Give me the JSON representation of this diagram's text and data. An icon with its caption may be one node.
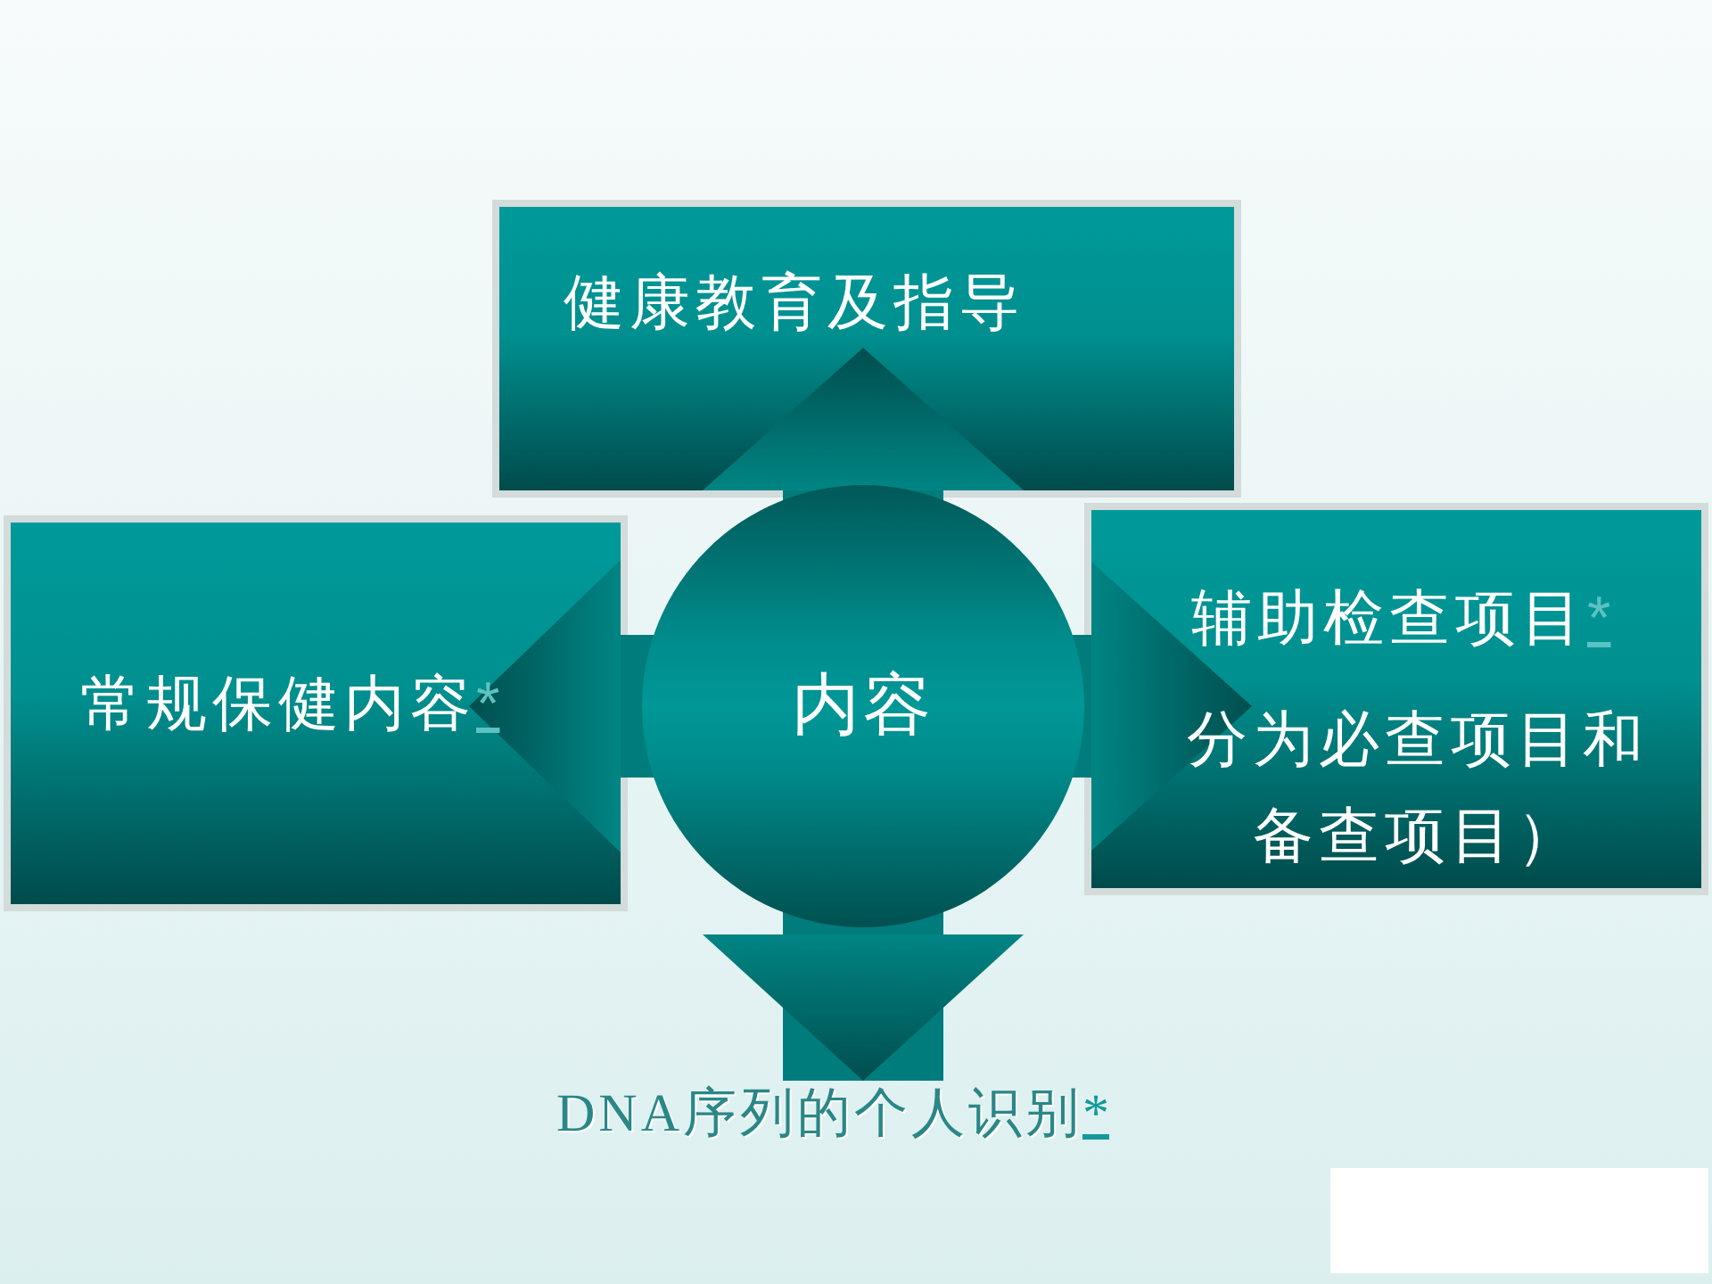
{
  "diagram": {
    "nodes": [
      {
        "text": [
          "健康教育及指导"
        ]
      },
      {
        "text": [
          "常规保健内容",
          "*"
        ]
      },
      {
        "text": [
          "内容"
        ]
      },
      {
        "text": [
          "辅助检查项目",
          "*",
          "分为必查项目和备查项目）"
        ]
      },
      {
        "text": [
          "DNA序列的个人识别",
          "*"
        ]
      }
    ],
    "edges": [
      {
        "from": 2,
        "to": 0,
        "arrow": "to"
      },
      {
        "from": 2,
        "to": 1,
        "arrow": "to"
      },
      {
        "from": 2,
        "to": 3,
        "arrow": "to"
      },
      {
        "from": 2,
        "to": 4,
        "arrow": "to"
      }
    ]
  }
}
